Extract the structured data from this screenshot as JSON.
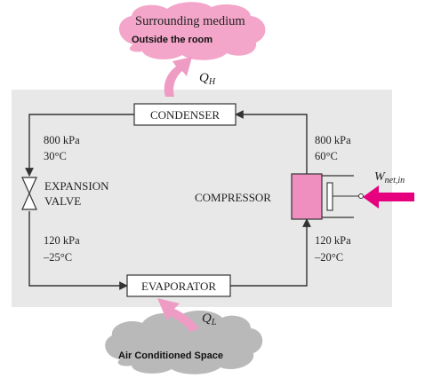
{
  "clouds": {
    "top": {
      "title": "Surrounding medium",
      "subtitle": "Outside the room"
    },
    "bottom": {
      "label": "Air Conditioned Space"
    }
  },
  "heat": {
    "qh": {
      "symbol": "Q",
      "subscript": "H"
    },
    "ql": {
      "symbol": "Q",
      "subscript": "L"
    }
  },
  "work": {
    "symbol": "W",
    "subscript": "net,in"
  },
  "components": {
    "condenser": "CONDENSER",
    "evaporator": "EVAPORATOR",
    "compressor": "COMPRESSOR",
    "expansion_line1": "EXPANSION",
    "expansion_line2": "VALVE"
  },
  "states": {
    "left_top": {
      "pressure": "800 kPa",
      "temperature": "30°C"
    },
    "right_top": {
      "pressure": "800 kPa",
      "temperature": "60°C"
    },
    "left_bottom": {
      "pressure": "120 kPa",
      "temperature": "–25°C"
    },
    "right_bottom": {
      "pressure": "120 kPa",
      "temperature": "–20°C"
    }
  },
  "colors": {
    "panel": "#e8e8e8",
    "pink_cloud": "#f3a6c9",
    "gray_cloud": "#b9b9b9",
    "arrow_pink": "#ee9cc3",
    "work_arrow": "#e6007e",
    "piston": "#ee8fc0",
    "lines": "#333333"
  }
}
